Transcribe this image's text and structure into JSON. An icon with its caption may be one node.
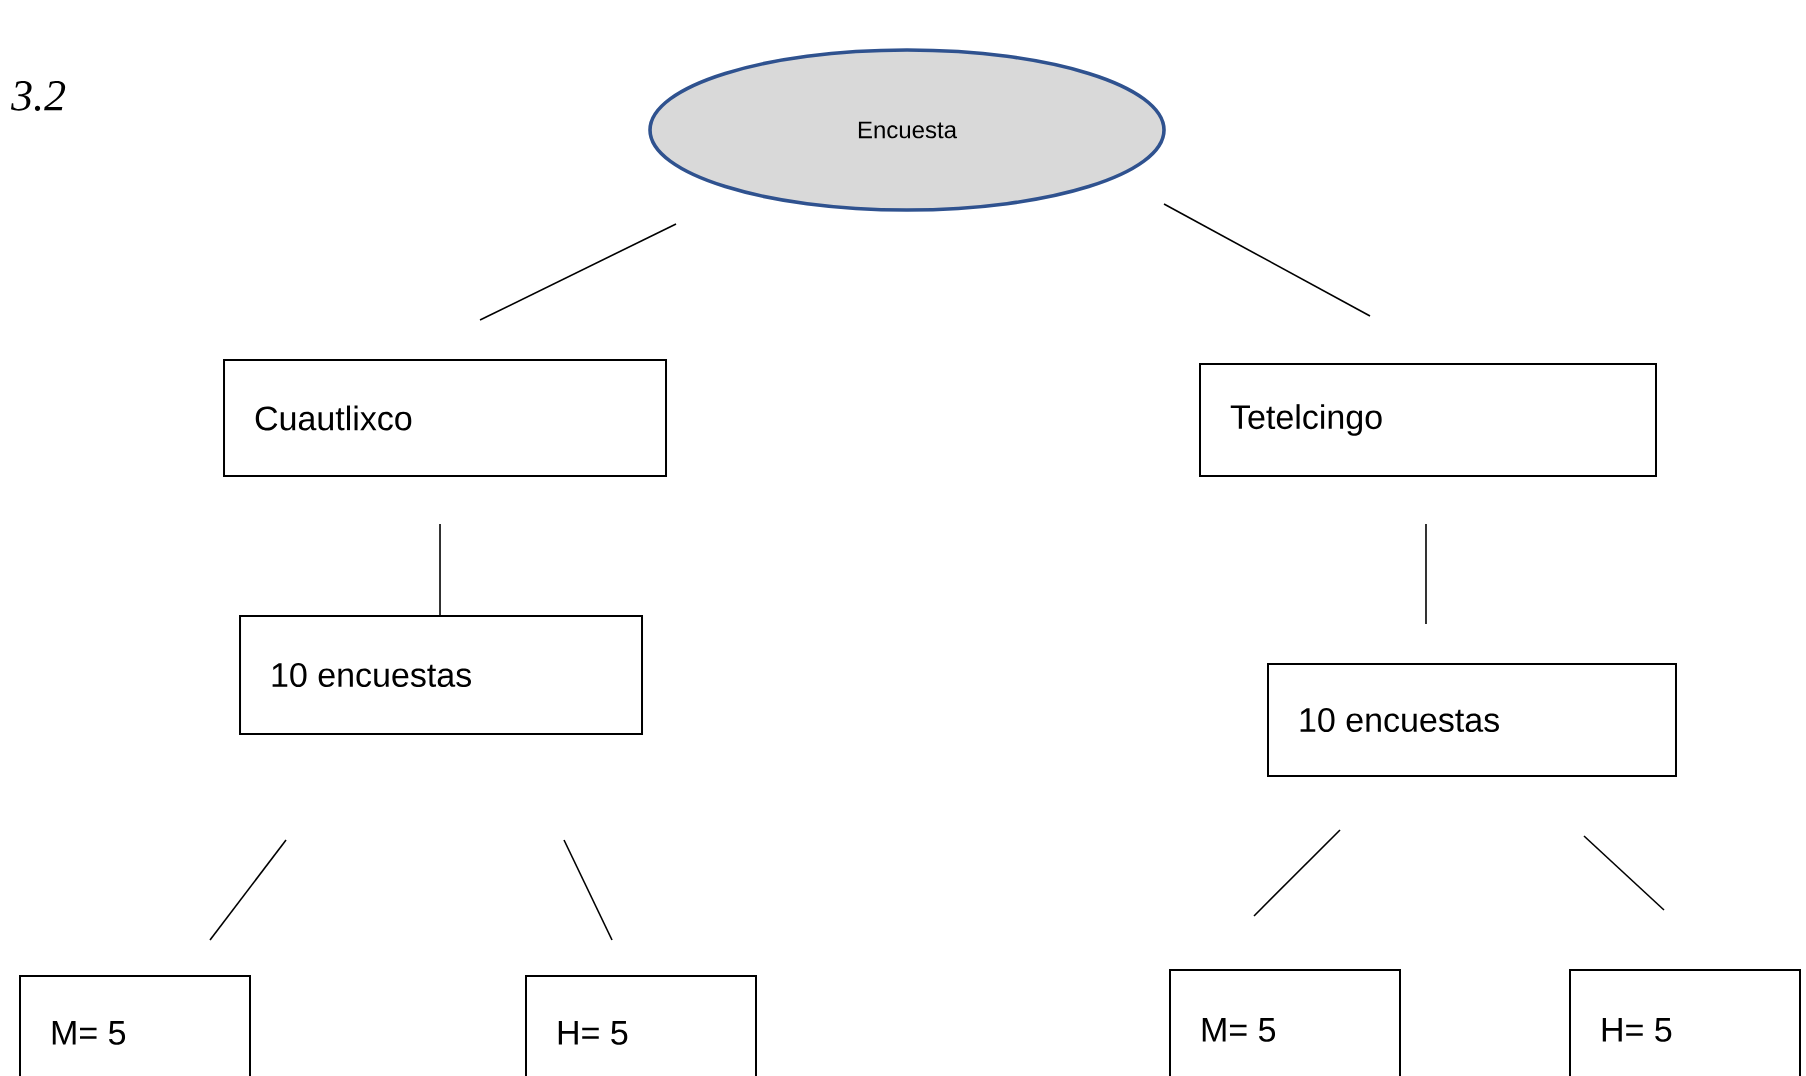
{
  "diagram": {
    "nodes": [
      {
        "text": [
          "Encuesta"
        ]
      },
      {
        "text": [
          "Cuautlixco"
        ]
      },
      {
        "text": [
          "Tetelcingo"
        ]
      },
      {
        "text": [
          "10 encuestas"
        ]
      },
      {
        "text": [
          "10 encuestas"
        ]
      },
      {
        "text": [
          "M= 5"
        ]
      },
      {
        "text": [
          "H= 5"
        ]
      },
      {
        "text": [
          "M= 5"
        ]
      },
      {
        "text": [
          "H= 5"
        ]
      }
    ],
    "edges": [
      {
        "from": 0,
        "to": 1,
        "arrow": "none"
      },
      {
        "from": 0,
        "to": 2,
        "arrow": "none"
      },
      {
        "from": 1,
        "to": 3,
        "arrow": "none"
      },
      {
        "from": 2,
        "to": 4,
        "arrow": "none"
      },
      {
        "from": 3,
        "to": 5,
        "arrow": "none"
      },
      {
        "from": 3,
        "to": 6,
        "arrow": "none"
      },
      {
        "from": 4,
        "to": 7,
        "arrow": "none"
      },
      {
        "from": 4,
        "to": 8,
        "arrow": "none"
      }
    ],
    "labels": [
      "3.2"
    ]
  }
}
